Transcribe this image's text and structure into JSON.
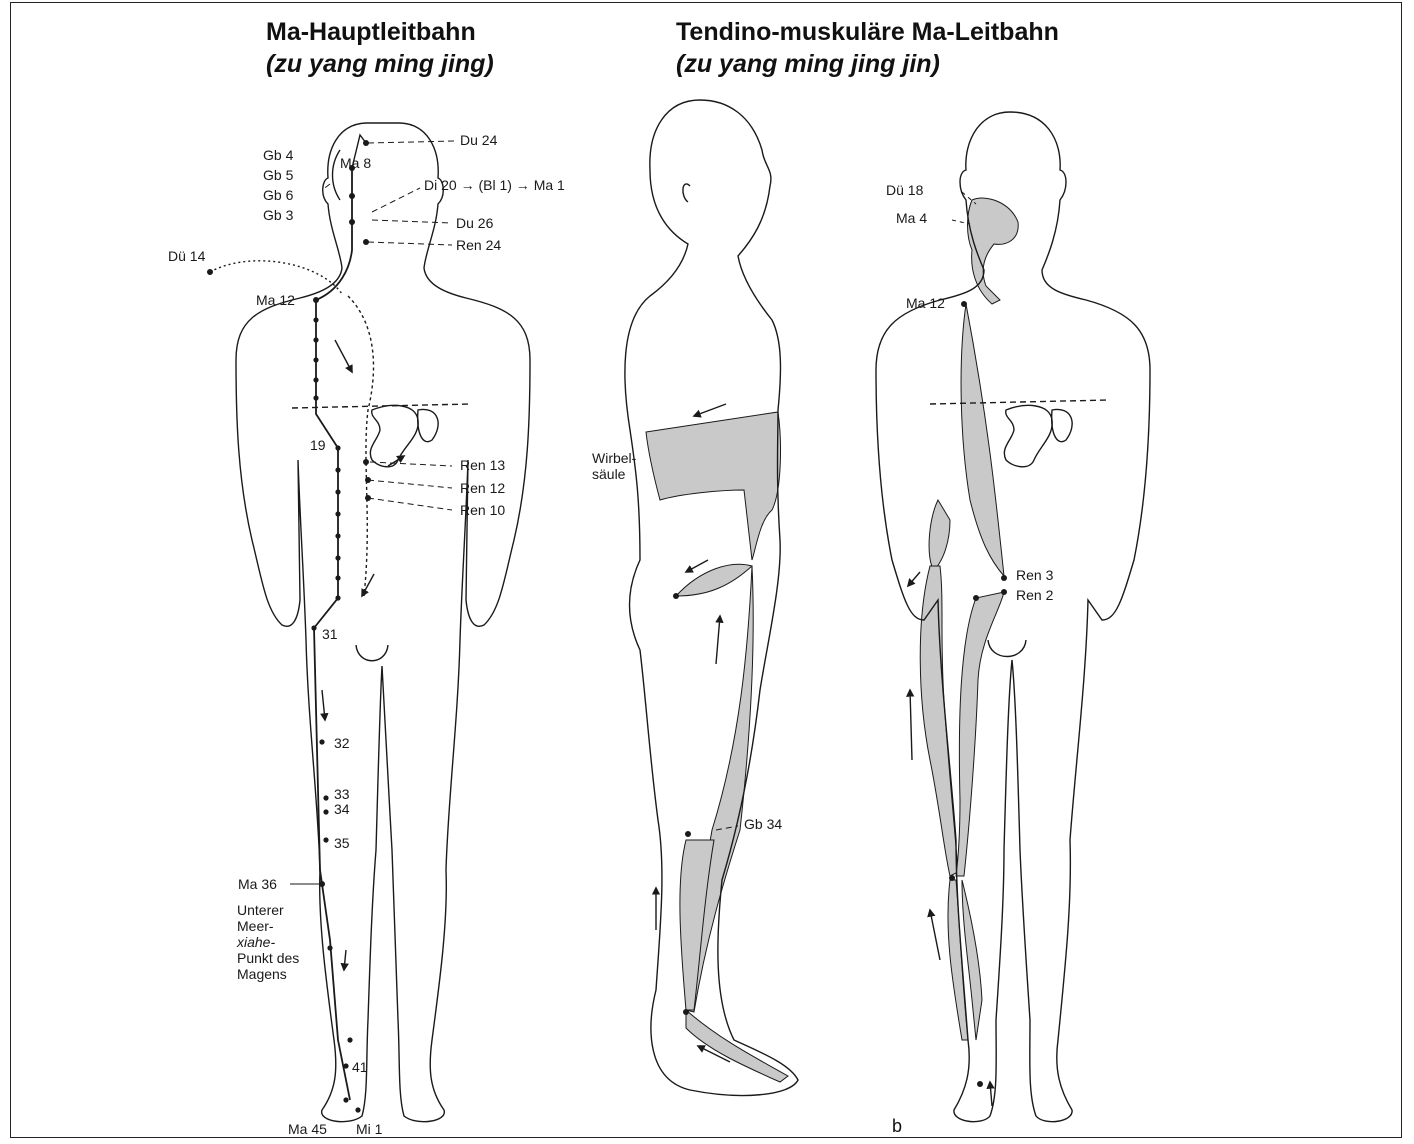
{
  "titles": {
    "left_title": "Ma-Hauptleitbahn",
    "left_subtitle": "(zu yang ming jing)",
    "right_title": "Tendino-muskuläre Ma-Leitbahn",
    "right_subtitle": "(zu yang ming jing jin)"
  },
  "figure1_labels": {
    "du24": "Du 24",
    "gb4": "Gb 4",
    "ma8": "Ma 8",
    "gb5": "Gb 5",
    "gb6": "Gb 6",
    "gb3": "Gb 3",
    "di20_chain": "Di 20 → (Bl 1) → Ma 1",
    "du26": "Du 26",
    "ren24": "Ren 24",
    "du14": "Dü 14",
    "ma12": "Ma 12",
    "p19": "19",
    "ren13": "Ren 13",
    "ren12": "Ren 12",
    "ren10": "Ren 10",
    "p31": "31",
    "p32": "32",
    "p33": "33",
    "p34": "34",
    "p35": "35",
    "ma36": "Ma 36",
    "lower_sea_1": "Unterer",
    "lower_sea_2": "Meer-",
    "lower_sea_3": "xiahe-",
    "lower_sea_4": "Punkt des",
    "lower_sea_5": "Magens",
    "p41": "41",
    "ma45": "Ma 45",
    "mi1": "Mi 1"
  },
  "figure2_labels": {
    "spine_1": "Wirbel-",
    "spine_2": "säule",
    "gb34": "Gb 34"
  },
  "figure3_labels": {
    "du18": "Dü 18",
    "ma4": "Ma 4",
    "ma12": "Ma 12",
    "ren3": "Ren 3",
    "ren2": "Ren 2",
    "panel_letter": "b"
  },
  "colors": {
    "ink": "#1a1a1a",
    "muscle_fill": "#c9c9c9",
    "frame": "#222222"
  }
}
